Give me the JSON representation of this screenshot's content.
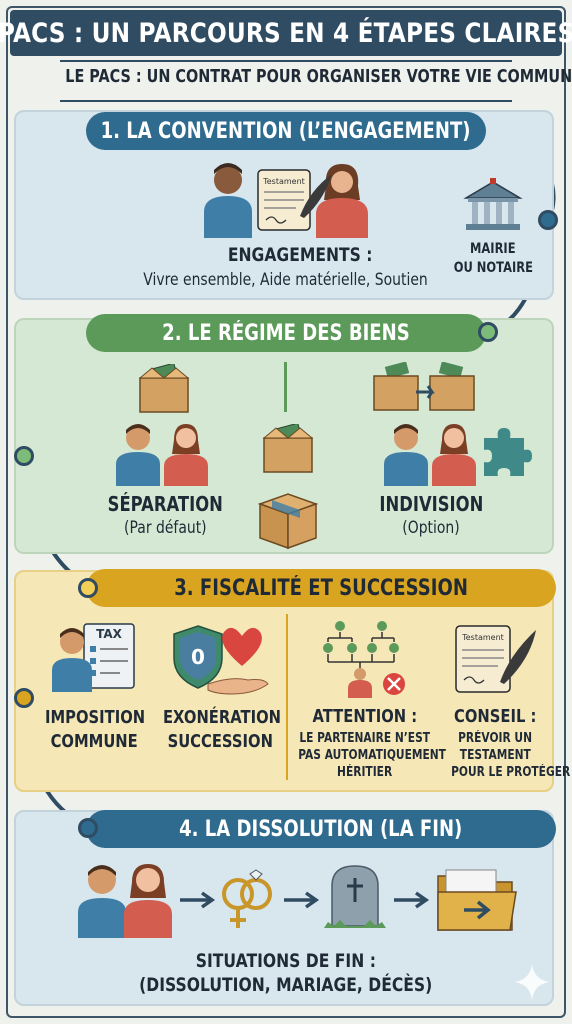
{
  "title": "PACS : UN PARCOURS EN 4 ÉTAPES CLAIRES",
  "subtitle": "LE PACS : UN CONTRAT POUR ORGANISER VOTRE VIE COMMUNE.",
  "step1": {
    "heading": "1. LA CONVENTION (L’ENGAGEMENT)",
    "document_label": "Testament",
    "engagements_title": "ENGAGEMENTS :",
    "engagements_list": "Vivre ensemble, Aide matérielle, Soutien",
    "mairie_line1": "MAIRIE",
    "mairie_line2": "OU NOTAIRE"
  },
  "step2": {
    "heading": "2. LE RÉGIME DES BIENS",
    "separation_title": "SÉPARATION",
    "separation_note": "(Par défaut)",
    "indivision_title": "INDIVISION",
    "indivision_note": "(Option)"
  },
  "step3": {
    "heading": "3. FISCALITÉ ET SUCCESSION",
    "tax_label": "TAX",
    "shield_label": "0",
    "imposition_line1": "IMPOSITION",
    "imposition_line2": "COMMUNE",
    "exoneration_line1": "EXONÉRATION",
    "exoneration_line2": "SUCCESSION",
    "attention_title": "ATTENTION :",
    "attention_line1": "LE PARTENAIRE N’EST",
    "attention_line2": "PAS AUTOMATIQUEMENT",
    "attention_line3": "HÉRITIER",
    "conseil_title": "CONSEIL :",
    "conseil_line1": "PRÉVOIR UN",
    "conseil_line2": "TESTAMENT",
    "conseil_line3": "POUR LE PROTÉGER",
    "testament_label": "Testament"
  },
  "step4": {
    "heading": "4. LA DISSOLUTION (LA FIN)",
    "fin_title": "SITUATIONS DE FIN :",
    "fin_list": "(DISSOLUTION, MARIAGE, DÉCÈS)"
  },
  "colors": {
    "navy": "#2f4c63",
    "blue": "#2f6b8e",
    "green": "#5c9a5a",
    "gold": "#d9a41f"
  }
}
